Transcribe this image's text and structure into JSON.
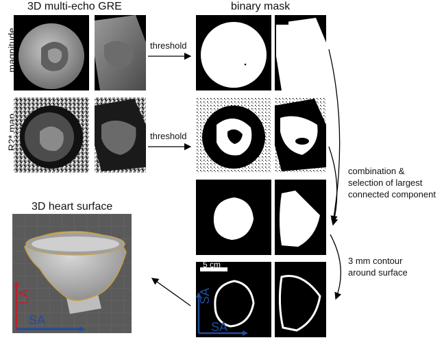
{
  "headings": {
    "left_column": "3D multi-echo GRE",
    "right_column": "binary mask",
    "surface": "3D heart surface"
  },
  "row_labels": {
    "magnitude": "magnitude",
    "r2star": "R2* map"
  },
  "arrow_labels": {
    "threshold_top": "threshold",
    "threshold_bottom": "threshold"
  },
  "steps": {
    "combination": [
      "combination &",
      "selection of largest",
      "connected component"
    ],
    "contour": [
      "3 mm contour",
      "around surface"
    ]
  },
  "scale_bar": "5 cm",
  "axis_labels": {
    "contour_vertical": "SA",
    "contour_horizontal": "SA",
    "surface_vertical": "LA",
    "surface_horizontal": "SA"
  },
  "colors": {
    "axis_red": "#c0202a",
    "axis_blue": "#1f4e9c",
    "surface_background": "#5a5a5a",
    "heart_outline": "#c9a040"
  }
}
